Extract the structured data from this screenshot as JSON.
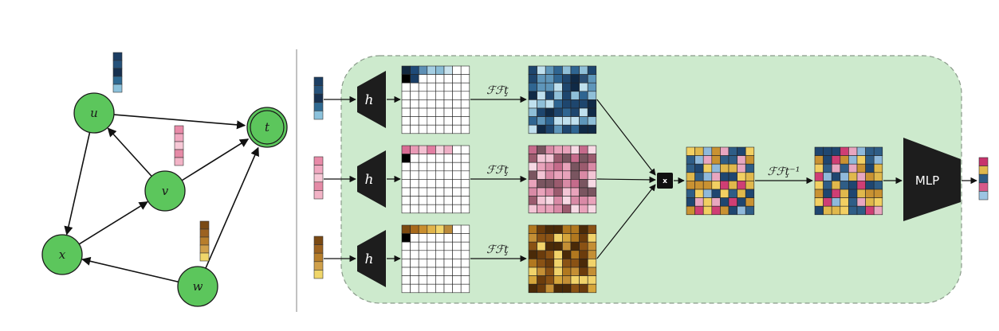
{
  "graph": {
    "nodes": [
      {
        "id": "u",
        "label": "u",
        "kind": "node"
      },
      {
        "id": "t",
        "label": "t",
        "kind": "target"
      },
      {
        "id": "v",
        "label": "v",
        "kind": "node"
      },
      {
        "id": "x",
        "label": "x",
        "kind": "node"
      },
      {
        "id": "w",
        "label": "w",
        "kind": "node"
      }
    ],
    "edges": [
      {
        "from": "u",
        "to": "t"
      },
      {
        "from": "u",
        "to": "x"
      },
      {
        "from": "v",
        "to": "u"
      },
      {
        "from": "v",
        "to": "t"
      },
      {
        "from": "x",
        "to": "v"
      },
      {
        "from": "w",
        "to": "x"
      },
      {
        "from": "w",
        "to": "t"
      }
    ],
    "node_color": "#5cc65c",
    "features": {
      "u": [
        "#1c3e63",
        "#26527a",
        "#17304f",
        "#2f6a92",
        "#8cc2dc"
      ],
      "v": [
        "#e88aa8",
        "#f0a8c0",
        "#f7c8d6",
        "#e58aa6",
        "#f2b3c6"
      ],
      "w": [
        "#7a4a14",
        "#9c6220",
        "#b77e2b",
        "#d0a04a",
        "#f0d66a"
      ]
    }
  },
  "pipeline": {
    "encoder_label": "h",
    "fft_label": "ℱℱţ",
    "ifft_label": "ℱℱţ⁻¹",
    "multiply_label": "x",
    "mlp_label": "MLP",
    "panel_color": "#cdeacd",
    "rows": [
      {
        "name": "u",
        "input_colors": [
          "#1c3e63",
          "#26527a",
          "#17304f",
          "#2f6a92",
          "#8cc2dc"
        ],
        "pad_colors": [
          "#12283f",
          "#1f4a78",
          "#5d8fb5",
          "#a4cee3",
          "#8bbdd6",
          "#c9e3ee"
        ],
        "spectrum_palette": [
          "#102a46",
          "#1e466e",
          "#2f6591",
          "#5e96ba",
          "#8fbfd8",
          "#bfe0ee",
          "#2b4f75"
        ]
      },
      {
        "name": "v",
        "input_colors": [
          "#e88aa8",
          "#f0a8c0",
          "#f7c8d6",
          "#e58aa6",
          "#f2b3c6"
        ],
        "pad_colors": [
          "#d86c93",
          "#ea9ab6",
          "#f4c0d1",
          "#e27ea2",
          "#f7d5e1",
          "#efb0c6"
        ],
        "spectrum_palette": [
          "#e9a3bb",
          "#c56b8b",
          "#f3c5d5",
          "#9b5b6e",
          "#d98aa6",
          "#f7d9e4",
          "#7a5560"
        ]
      },
      {
        "name": "w",
        "input_colors": [
          "#7a4a14",
          "#9c6220",
          "#b77e2b",
          "#d0a04a",
          "#f0d66a"
        ],
        "pad_colors": [
          "#7c4a10",
          "#a86a1c",
          "#c98e2e",
          "#e1b44a",
          "#f3d56b",
          "#bb8a3a"
        ],
        "spectrum_palette": [
          "#6b3c0c",
          "#8a5214",
          "#b1781f",
          "#d6a63b",
          "#f1d36a",
          "#4a2a08",
          "#c48f35"
        ]
      }
    ],
    "combined_palette": [
      "#e0b84c",
      "#cf3e74",
      "#8fb9db",
      "#2f5d86",
      "#e8a6c0",
      "#c99232",
      "#1f4670",
      "#f2cf62"
    ],
    "output_colors": [
      "#c7336c",
      "#e0b84c",
      "#2f5d86",
      "#d65a8a",
      "#9cc5e3"
    ]
  }
}
